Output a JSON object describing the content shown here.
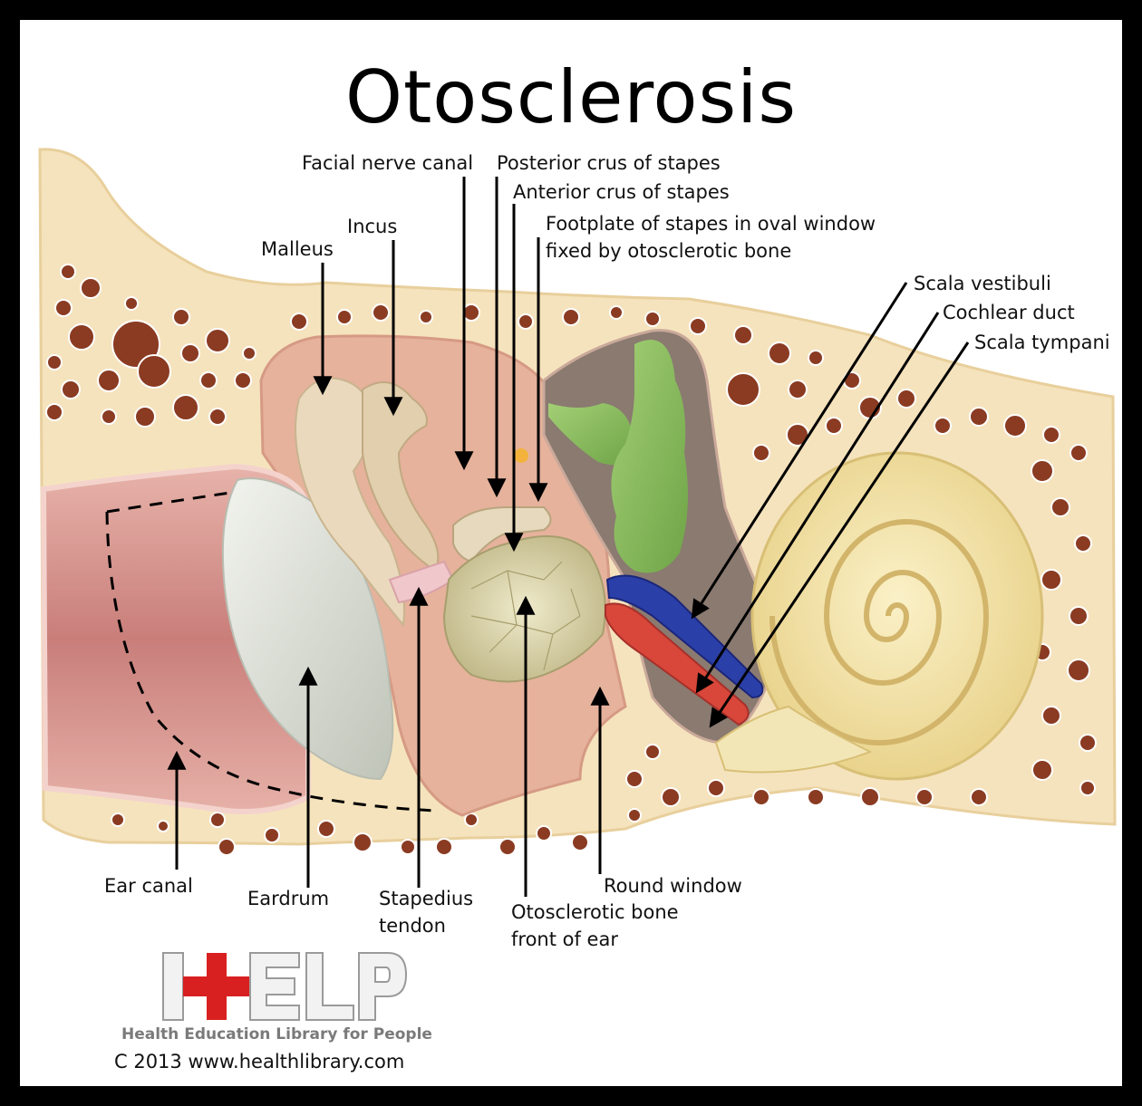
{
  "title": "Otosclerosis",
  "labels": {
    "facial_nerve_canal": "Facial nerve canal",
    "posterior_crus": "Posterior crus of stapes",
    "anterior_crus": "Anterior crus of stapes",
    "footplate_line1": "Footplate of stapes in oval window",
    "footplate_line2": "fixed by otosclerotic bone",
    "incus": "Incus",
    "malleus": "Malleus",
    "scala_vestibuli": "Scala vestibuli",
    "cochlear_duct": "Cochlear duct",
    "scala_tympani": "Scala tympani",
    "ear_canal": "Ear canal",
    "eardrum": "Eardrum",
    "stapedius_line1": "Stapedius",
    "stapedius_line2": "tendon",
    "round_window": "Round window",
    "otosclerotic_line1": "Otosclerotic bone",
    "otosclerotic_line2": "front of ear"
  },
  "logo": {
    "letters": "HELP",
    "tagline": "Health Education Library for People",
    "copyright": "C 2013 www.healthlibrary.com"
  },
  "colors": {
    "bone": "#f5e3bd",
    "bone_pores": "#8a3b22",
    "canal": "#d99a94",
    "middle_ear": "#e5b29b",
    "eardrum": "#d9ddd3",
    "ossicles": "#e8dcc4",
    "vestibule": "#86b85a",
    "scala_vestibuli": "#2b3fa8",
    "scala_tympani": "#d8473a",
    "cochlea": "#f0dfa0",
    "otosclerotic": "#d8d2a4",
    "logo_red": "#d92020"
  }
}
